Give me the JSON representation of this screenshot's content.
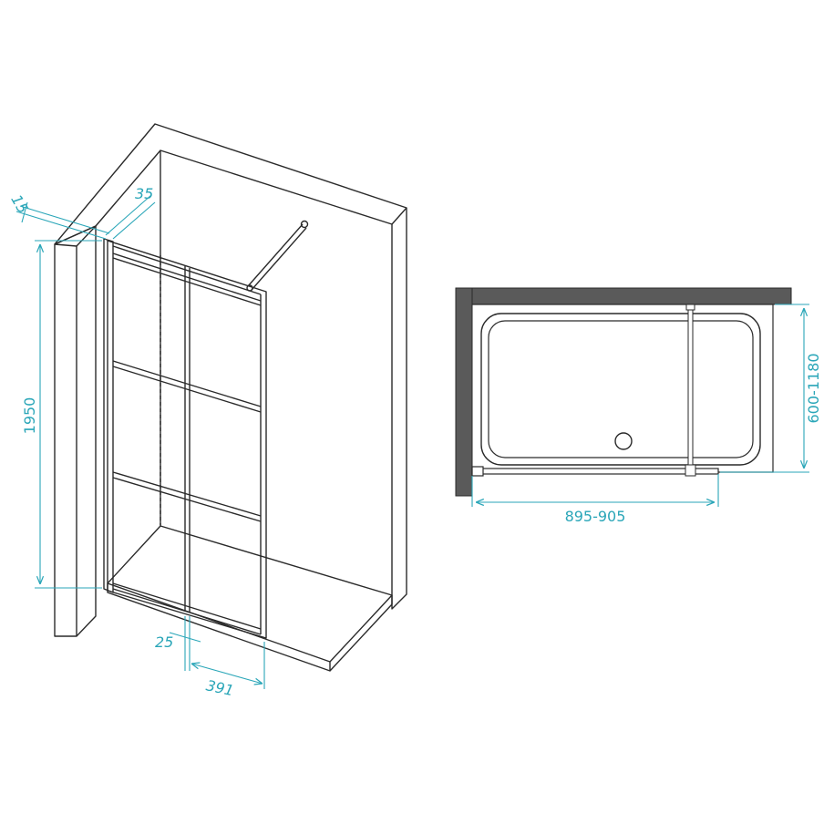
{
  "colors": {
    "line": "#2a2a2a",
    "dimension": "#2aa6b8",
    "wall_fill": "#5a5a5a",
    "background": "#ffffff"
  },
  "left_view": {
    "dim_thickness_glass": "15",
    "dim_thickness_profile": "35",
    "dim_height": "1950",
    "dim_profile_offset": "25",
    "dim_bar_position": "391"
  },
  "plan_view": {
    "dim_width": "895-905",
    "dim_length": "600-1180"
  }
}
